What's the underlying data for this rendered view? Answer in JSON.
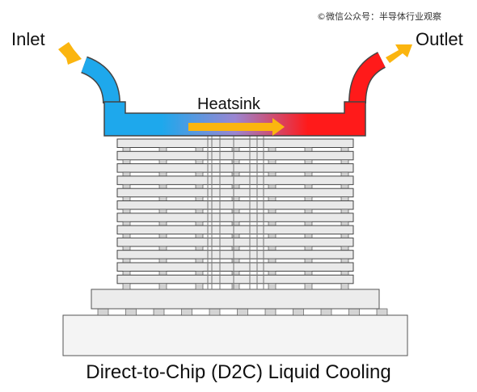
{
  "labels": {
    "inlet": "Inlet",
    "outlet": "Outlet",
    "heatsink": "Heatsink",
    "caption": "Direct-to-Chip (D2C) Liquid Cooling",
    "watermark": "©微信公众号：半导体行业观察"
  },
  "colors": {
    "cold": "#1ea8ec",
    "hot": "#ff1a1a",
    "arrow": "#fbb50f",
    "outline": "#444444",
    "layer_fill": "#e9e9e9",
    "base_fill": "#f4f4f4"
  },
  "structure": {
    "stack_layers": 12,
    "bumps_per_layer": 7,
    "interposer_bumps": 11
  }
}
